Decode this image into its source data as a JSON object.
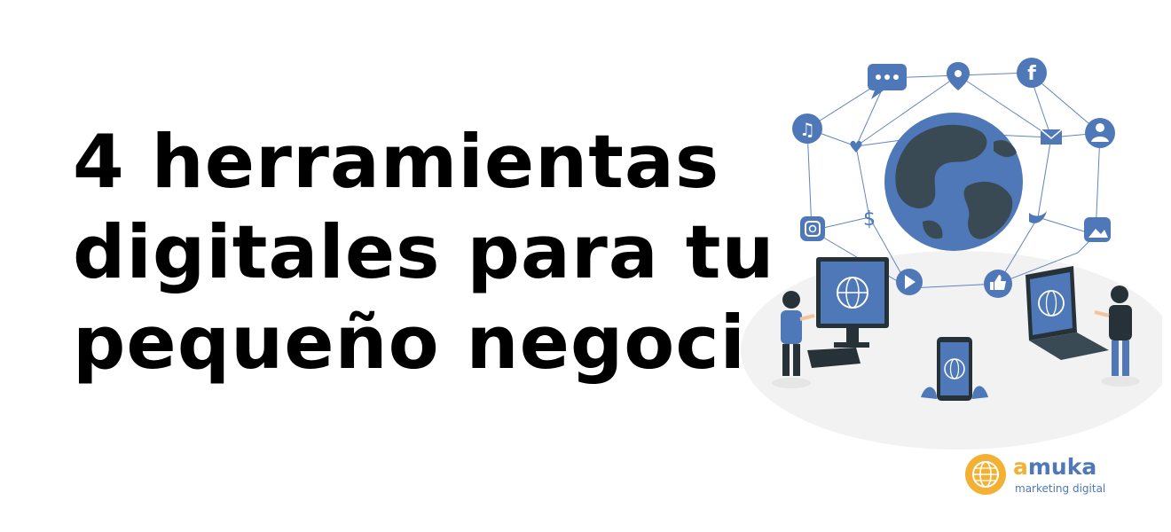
{
  "headline": {
    "lines": [
      "4 herramientas",
      "digitales para tu",
      "pequeño negocio"
    ]
  },
  "illustration": {
    "icons": [
      "chat-icon",
      "location-pin-icon",
      "facebook-icon",
      "music-icon",
      "heart-icon",
      "mail-icon",
      "user-icon",
      "instagram-icon",
      "dollar-icon",
      "twitter-icon",
      "image-icon",
      "play-icon",
      "like-icon",
      "globe-icon"
    ],
    "colors": {
      "primary": "#4f78b8",
      "dark": "#263238",
      "globe_land": "#3a4a55",
      "floor": "#f2f2f2"
    }
  },
  "logo": {
    "accent_letter": "a",
    "word_rest": "muka",
    "tagline": "marketing digital",
    "colors": {
      "gold": "#f2b134",
      "blue": "#4f78b8"
    }
  }
}
